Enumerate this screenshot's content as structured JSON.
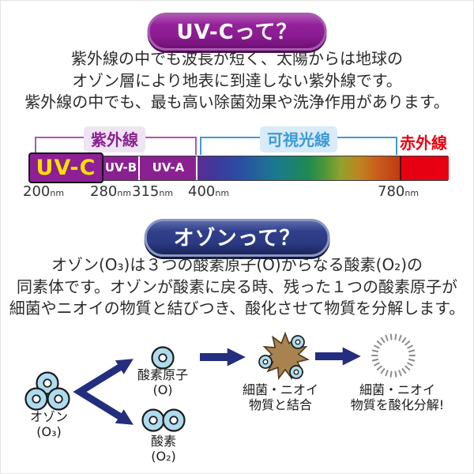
{
  "uvc": {
    "badge_label": "UV-Cって？",
    "description_lines": [
      "紫外線の中でも波長が短く、太陽からは地球の",
      "オゾン層により地表に到達しない紫外線です。",
      "紫外線の中でも、最も高い除菌効果や洗浄作用があります。"
    ],
    "spectrum": {
      "uv_bracket_label": "紫外線",
      "visible_bracket_label": "可視光線",
      "infrared_label": "赤外線",
      "band_uvc": "UV-C",
      "band_uvb": "UV-B",
      "band_uva": "UV-A",
      "ticks": [
        {
          "value": "200",
          "unit": "nm"
        },
        {
          "value": "280",
          "unit": "nm"
        },
        {
          "value": "315",
          "unit": "nm"
        },
        {
          "value": "400",
          "unit": "nm"
        },
        {
          "value": "780",
          "unit": "nm"
        }
      ]
    }
  },
  "ozone": {
    "badge_label": "オゾンって？",
    "description_lines": [
      "オゾン(O₃)は３つの酸素原子(O)からなる酸素(O₂)の",
      "同素体です。オゾンが酸素に戻る時、残った１つの酸素原子が",
      "細菌やニオイの物質と結びつき、酸化させて物質を分解します。"
    ],
    "diagram": {
      "ozone_name": "オゾン",
      "ozone_formula": "(O₃)",
      "oxygen_atom_name": "酸素原子",
      "oxygen_atom_formula": "(O)",
      "oxygen_name": "酸素",
      "oxygen_formula": "(O₂)",
      "binding_line1": "細菌・ニオイ",
      "binding_line2": "物質と結合",
      "decomposed_line1": "細菌・ニオイ",
      "decomposed_line2": "物質を酸化分解!"
    }
  },
  "colors": {
    "uvc_badge_purple": "#8A1B90",
    "ozone_badge_navy": "#2C3A84",
    "uv_band_purple": "#8A2191",
    "uvc_text_yellow": "#FFE100",
    "uv_bracket_magenta": "#B058AC",
    "visible_bracket_blue": "#3D9BD5",
    "infrared_red": "#E60012",
    "arrow_navy": "#232E7F",
    "atom_light_blue": "#AEDCEF",
    "germ_brown": "#A8824F"
  }
}
